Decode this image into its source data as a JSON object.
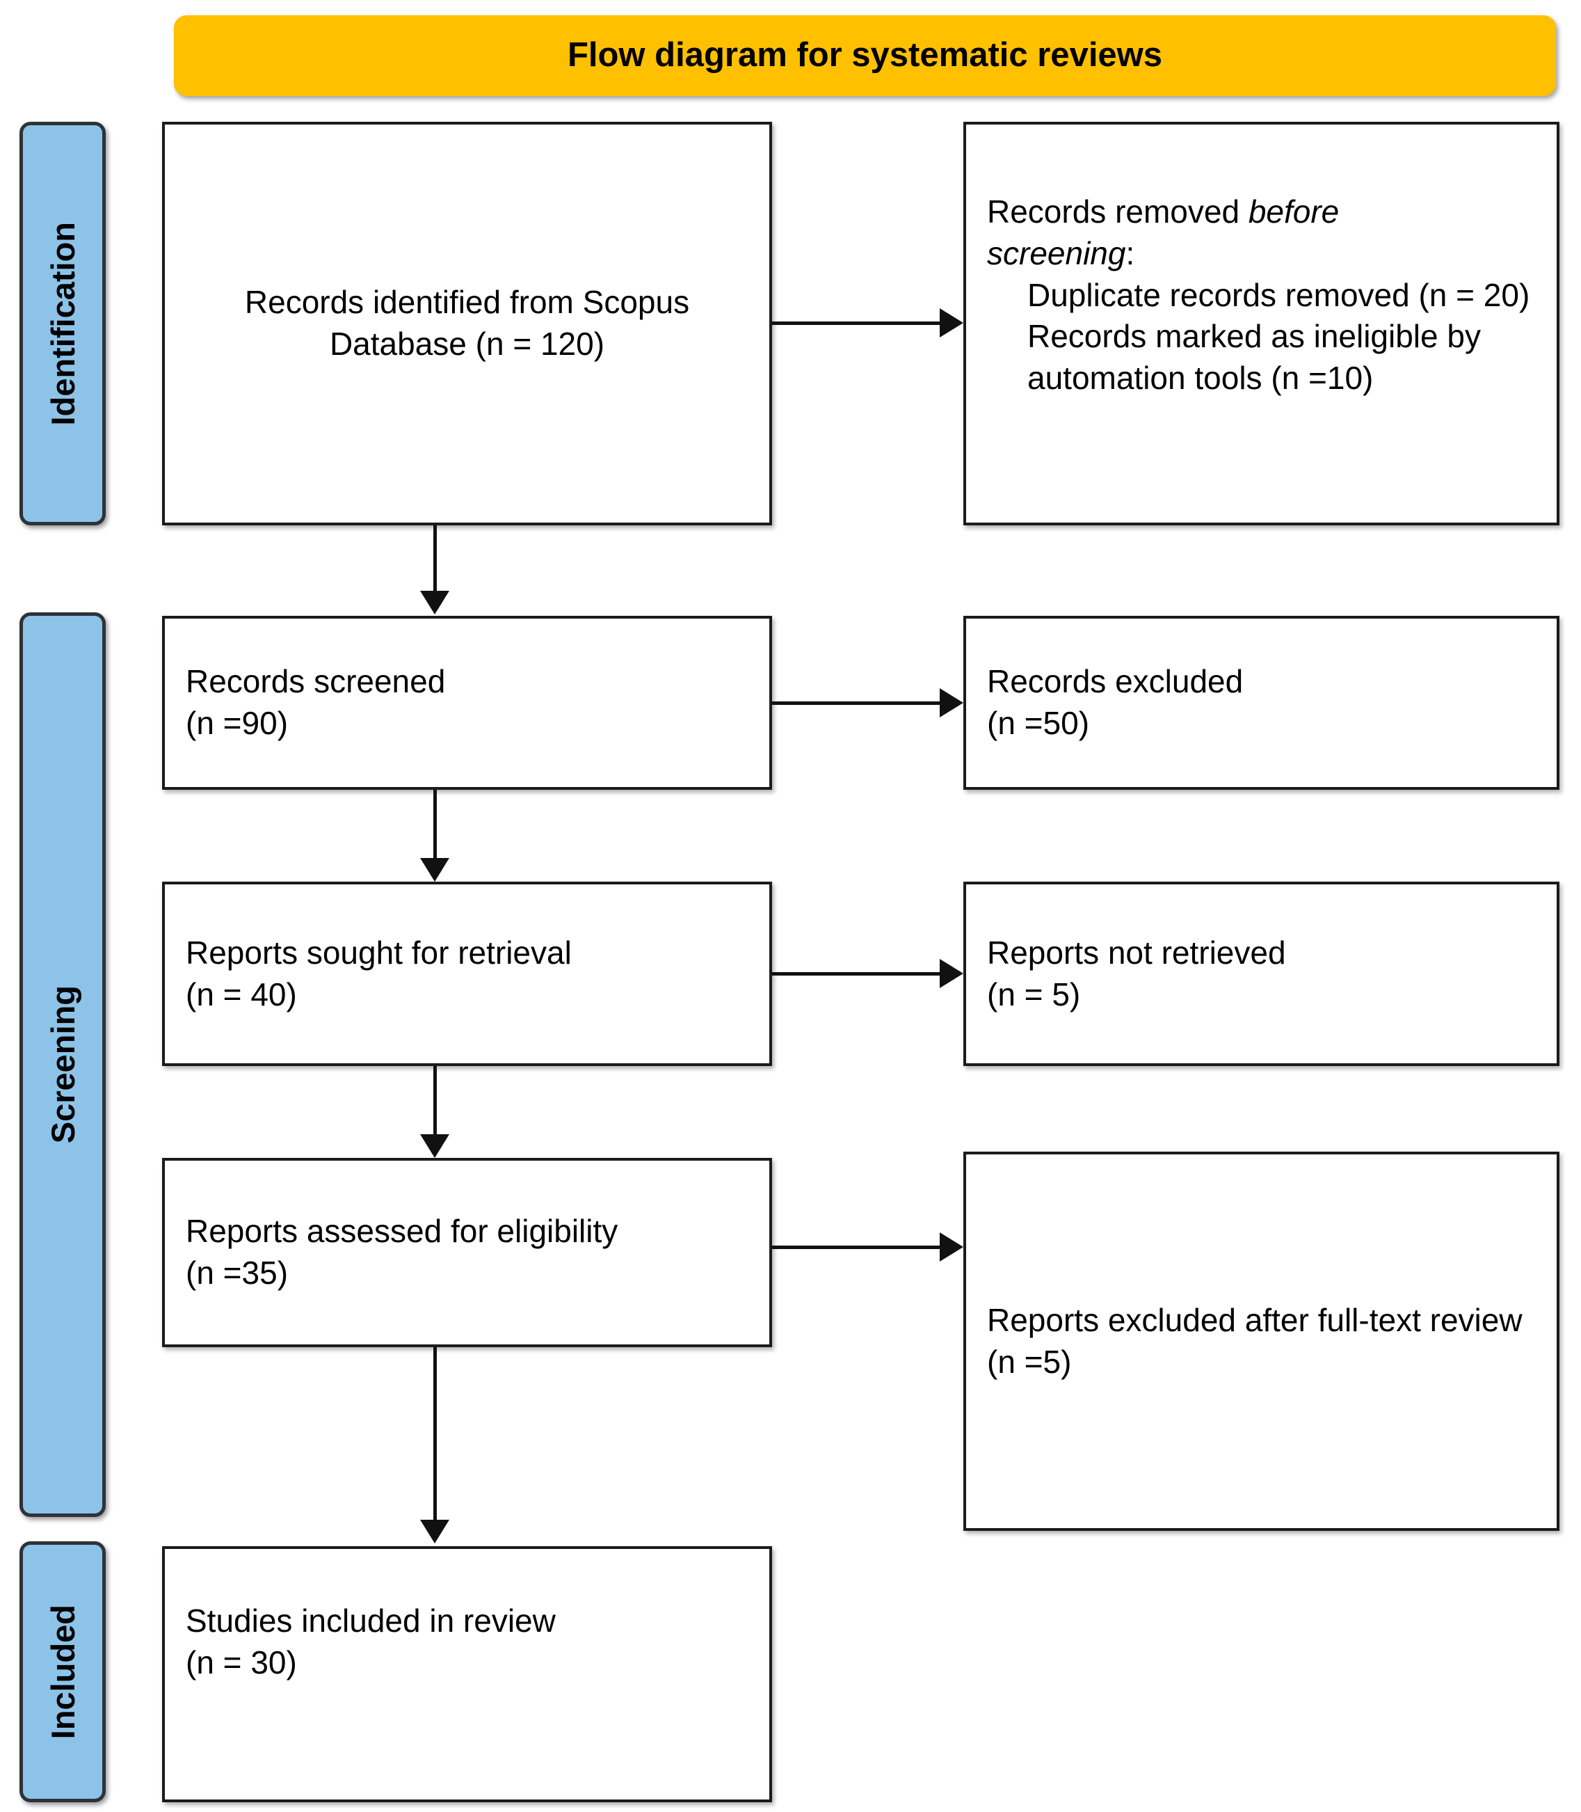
{
  "title": {
    "text": "Flow diagram for systematic reviews",
    "background_color": "#FFC000",
    "text_color": "#000000"
  },
  "stages": [
    {
      "id": "identification",
      "label": "Identification",
      "color": "#8DC3E8"
    },
    {
      "id": "screening",
      "label": "Screening",
      "color": "#8DC3E8"
    },
    {
      "id": "included",
      "label": "Included",
      "color": "#8DC3E8"
    }
  ],
  "boxes": {
    "records_identified": {
      "text": "Records identified from Scopus\nDatabase (n = 120)",
      "align": "center"
    },
    "records_removed": {
      "line1_a": "Records removed ",
      "line1_b": "before",
      "line2_a": "screening",
      "line2_b": ":",
      "sub1": "Duplicate records removed (n = 20)",
      "sub2": "Records marked as ineligible by automation tools (n =10)",
      "align": "left"
    },
    "records_screened": {
      "text": "Records screened\n(n =90)",
      "align": "left"
    },
    "records_excluded": {
      "text": "Records excluded\n(n =50)",
      "align": "left"
    },
    "reports_sought": {
      "text": "Reports sought for retrieval\n(n = 40)",
      "align": "left"
    },
    "reports_not_retrieved": {
      "text": "Reports not retrieved\n(n = 5)",
      "align": "left"
    },
    "reports_assessed": {
      "text": "Reports assessed for eligibility\n(n =35)",
      "align": "left"
    },
    "reports_excluded_fulltext": {
      "text": "Reports excluded after full-text review (n =5)",
      "align": "left"
    },
    "studies_included": {
      "text": "Studies included in review\n(n = 30)",
      "align": "left"
    }
  },
  "chart_data": {
    "type": "diagram",
    "title": "Flow diagram for systematic reviews",
    "diagram_kind": "PRISMA flow diagram",
    "stages": [
      "Identification",
      "Screening",
      "Included"
    ],
    "nodes": [
      {
        "id": "records_identified",
        "stage": "Identification",
        "label": "Records identified from Scopus Database",
        "n": 120
      },
      {
        "id": "records_removed",
        "stage": "Identification",
        "label": "Records removed before screening",
        "n": null
      },
      {
        "id": "duplicates_removed",
        "stage": "Identification",
        "label": "Duplicate records removed",
        "n": 20
      },
      {
        "id": "ineligible_automation",
        "stage": "Identification",
        "label": "Records marked as ineligible by automation tools",
        "n": 10
      },
      {
        "id": "records_screened",
        "stage": "Screening",
        "label": "Records screened",
        "n": 90
      },
      {
        "id": "records_excluded",
        "stage": "Screening",
        "label": "Records excluded",
        "n": 50
      },
      {
        "id": "reports_sought",
        "stage": "Screening",
        "label": "Reports sought for retrieval",
        "n": 40
      },
      {
        "id": "reports_not_retrieved",
        "stage": "Screening",
        "label": "Reports not retrieved",
        "n": 5
      },
      {
        "id": "reports_assessed",
        "stage": "Screening",
        "label": "Reports assessed for eligibility",
        "n": 35
      },
      {
        "id": "reports_excluded_fulltext",
        "stage": "Screening",
        "label": "Reports excluded after full-text review",
        "n": 5
      },
      {
        "id": "studies_included",
        "stage": "Included",
        "label": "Studies included in review",
        "n": 30
      }
    ],
    "edges": [
      {
        "from": "records_identified",
        "to": "records_removed",
        "direction": "right"
      },
      {
        "from": "records_identified",
        "to": "records_screened",
        "direction": "down"
      },
      {
        "from": "records_screened",
        "to": "records_excluded",
        "direction": "right"
      },
      {
        "from": "records_screened",
        "to": "reports_sought",
        "direction": "down"
      },
      {
        "from": "reports_sought",
        "to": "reports_not_retrieved",
        "direction": "right"
      },
      {
        "from": "reports_sought",
        "to": "reports_assessed",
        "direction": "down"
      },
      {
        "from": "reports_assessed",
        "to": "reports_excluded_fulltext",
        "direction": "right"
      },
      {
        "from": "reports_assessed",
        "to": "studies_included",
        "direction": "down"
      }
    ]
  }
}
